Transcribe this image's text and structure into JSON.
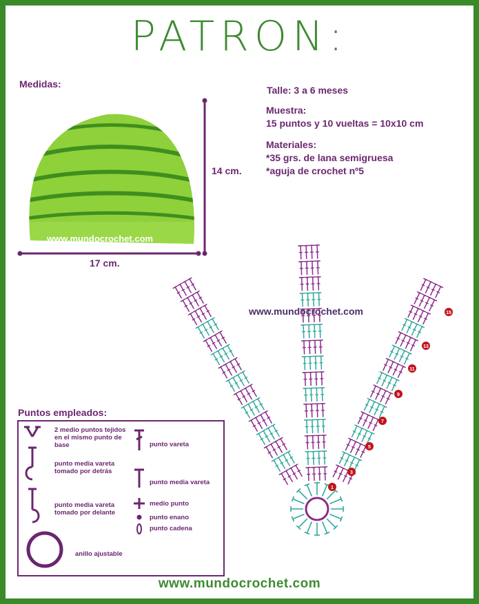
{
  "title": "PATRON:",
  "measures": {
    "heading": "Medidas:",
    "height": "14 cm.",
    "width": "17 cm.",
    "photo_watermark": "www.mundocrochet.com"
  },
  "info": {
    "size": "Talle: 3 a 6 meses",
    "gauge_heading": "Muestra:",
    "gauge": "15 puntos y 10 vueltas = 10x10 cm",
    "materials_heading": "Materiales:",
    "material_1": "*35 grs. de lana semigruesa",
    "material_2": "*aguja de crochet nº5"
  },
  "diagram": {
    "watermark": "www.mundocrochet.com",
    "round_labels": [
      "1",
      "3",
      "5",
      "7",
      "9",
      "11",
      "13",
      "15"
    ],
    "colors": {
      "purple": "#8b2a8b",
      "teal": "#2fa89a",
      "marker": "#c0141c"
    }
  },
  "legend": {
    "heading": "Puntos empleados:",
    "items": {
      "two_hdc": "2 medio puntos tejidos en el mismo punto de base",
      "fphdc": "punto media vareta tomado por detrás",
      "bphdc": "punto media vareta tomado por delante",
      "ring": "anillo ajustable",
      "dc": "punto vareta",
      "hdc": "punto media vareta",
      "sc": "medio punto",
      "slst": "punto enano",
      "ch": "punto cadena"
    }
  },
  "footer": "www.mundocrochet.com"
}
